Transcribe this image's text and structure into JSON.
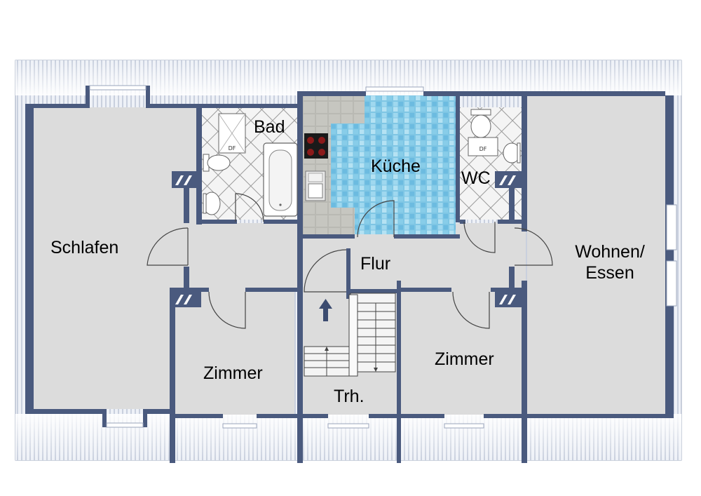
{
  "rooms": {
    "schlafen": "Schlafen",
    "bad": "Bad",
    "kueche": "Küche",
    "wc": "WC",
    "wohnen_line1": "Wohnen/",
    "wohnen_line2": "Essen",
    "flur": "Flur",
    "zimmer_left": "Zimmer",
    "zimmer_right": "Zimmer",
    "treppenhaus": "Trh."
  },
  "labels": {
    "df_bad": "DF",
    "df_wc": "DF"
  },
  "colors": {
    "wall": "#4a5a7e",
    "floor": "#dcdcdc",
    "roof_slope": "#e9ecf3",
    "kitchen_tile": "#8fd0ea",
    "bath_tile": "#f2f2f2",
    "kitchen_counter": "#b8b8b0"
  },
  "icons": [
    "up-arrow-icon",
    "stove-icon",
    "sink-icon",
    "bathtub-icon",
    "toilet-icon",
    "washbasin-icon",
    "skylight-icon",
    "door-swing-icon",
    "staircase-icon"
  ]
}
